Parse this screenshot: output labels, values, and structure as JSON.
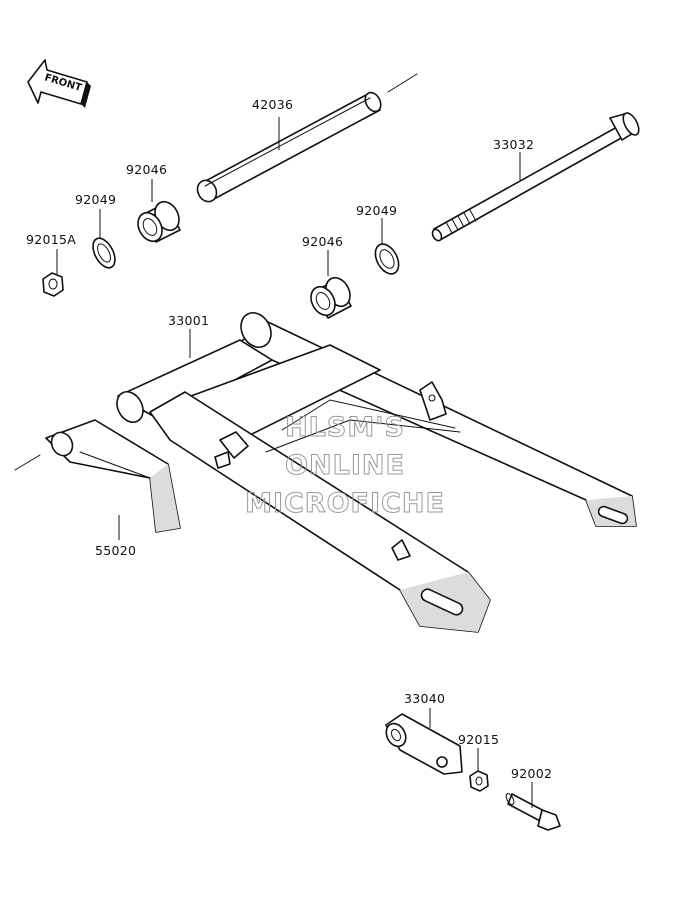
{
  "front_arrow": {
    "label": "FRONT",
    "icon": "front-arrow-icon"
  },
  "parts": [
    {
      "number": "42036",
      "name": "pivot-sleeve"
    },
    {
      "number": "33032",
      "name": "pivot-shaft"
    },
    {
      "number": "92046",
      "name": "needle-bearing-left"
    },
    {
      "number": "92049",
      "name": "seal-left"
    },
    {
      "number": "92015A",
      "name": "nut-left"
    },
    {
      "number": "92049",
      "name": "seal-right"
    },
    {
      "number": "92046",
      "name": "needle-bearing-right"
    },
    {
      "number": "33001",
      "name": "swingarm"
    },
    {
      "number": "55020",
      "name": "chain-guide"
    },
    {
      "number": "33040",
      "name": "chain-adjuster"
    },
    {
      "number": "92015",
      "name": "adjuster-nut"
    },
    {
      "number": "92002",
      "name": "adjuster-bolt"
    }
  ],
  "watermark": {
    "lines": [
      "HLSM'S",
      "ONLINE",
      "MICROFICHE"
    ]
  }
}
